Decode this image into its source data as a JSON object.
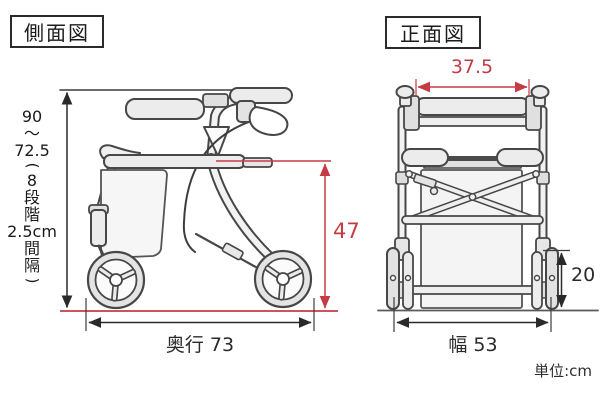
{
  "meta": {
    "unit_label": "単位:cm"
  },
  "side_view": {
    "title": "側面図",
    "dimensions": {
      "height_lines": [
        "90",
        "〜",
        "72.5",
        "(",
        "8",
        "段",
        "階",
        "2.5cm",
        "間",
        "隔",
        ")"
      ],
      "seat_height": "47",
      "depth": "奥行 73"
    }
  },
  "front_view": {
    "title": "正面図",
    "dimensions": {
      "handle_width": "37.5",
      "wheel_height": "20",
      "overall_width": "幅 53"
    }
  },
  "colors": {
    "dimension_accent": "#c53b45",
    "dimension_line": "#2a2a2a",
    "drawing_line": "#474747"
  }
}
